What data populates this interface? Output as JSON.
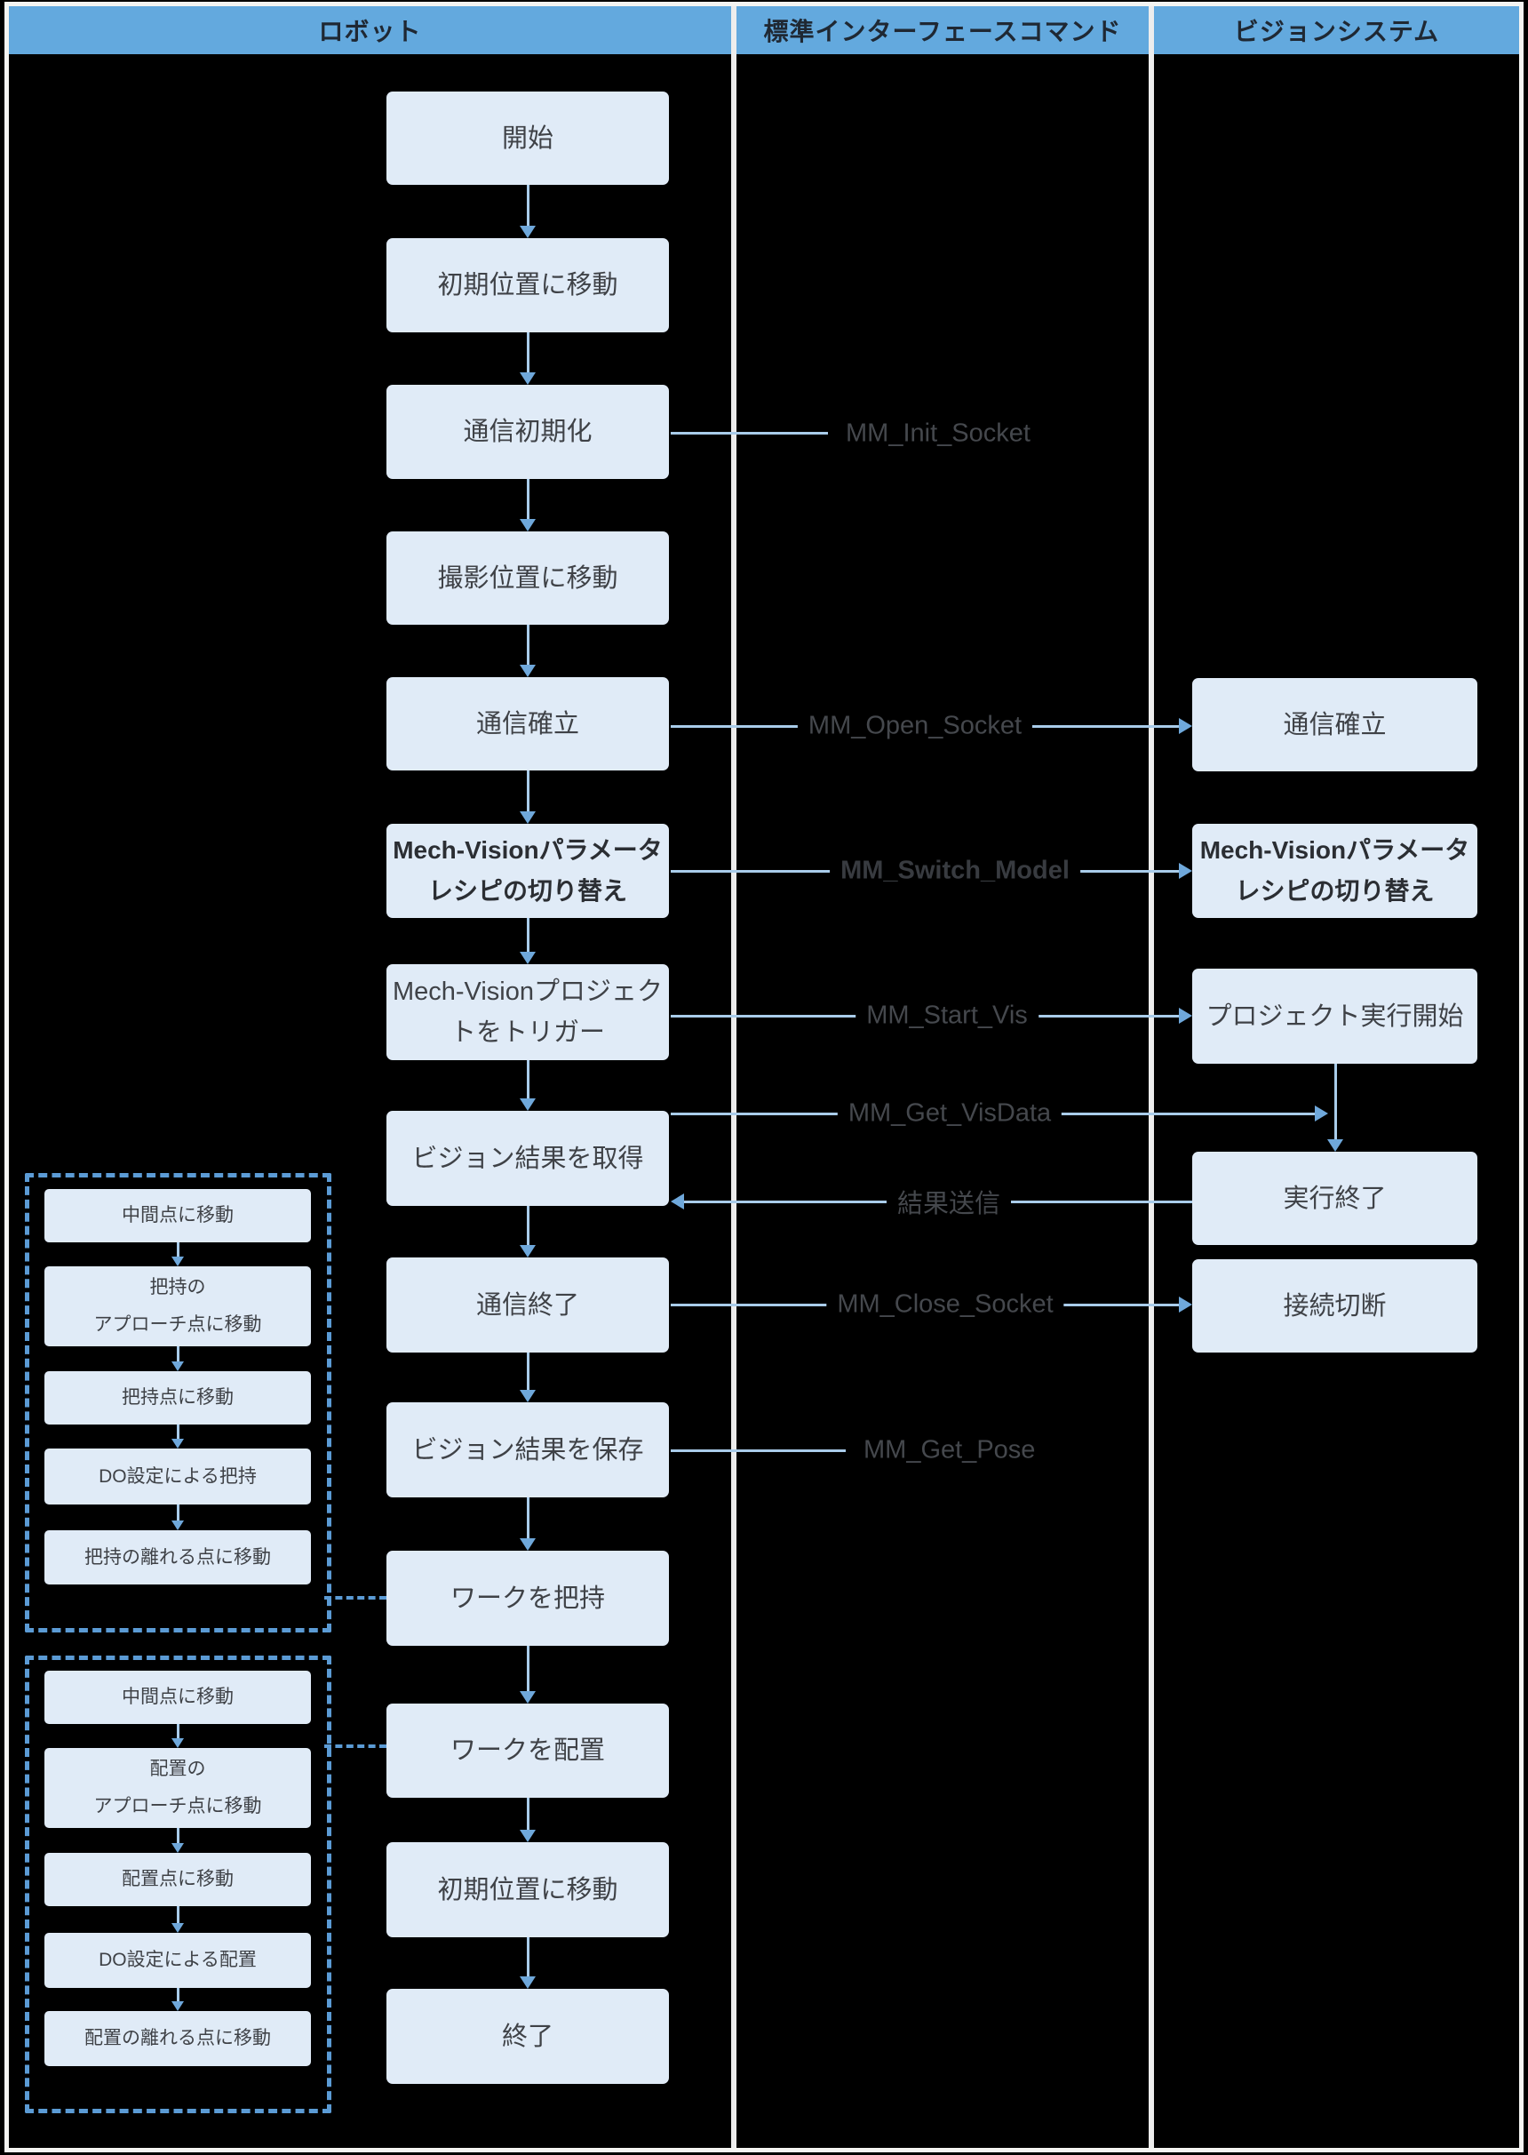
{
  "header": {
    "columns": [
      {
        "label": "ロボット"
      },
      {
        "label": "標準インターフェースコマンド"
      },
      {
        "label": "ビジョンシステム"
      }
    ]
  },
  "robot_flow": [
    {
      "line1": "開始"
    },
    {
      "line1": "初期位置に移動"
    },
    {
      "line1": "通信初期化"
    },
    {
      "line1": "撮影位置に移動"
    },
    {
      "line1": "通信確立"
    },
    {
      "line1": "Mech-Visionパラメータ",
      "line2": "レシピの切り替え",
      "bold": true
    },
    {
      "line1": "Mech-Visionプロジェク",
      "line2": "トをトリガー"
    },
    {
      "line1": "ビジョン結果を取得"
    },
    {
      "line1": "通信終了"
    },
    {
      "line1": "ビジョン結果を保存"
    },
    {
      "line1": "ワークを把持"
    },
    {
      "line1": "ワークを配置"
    },
    {
      "line1": "初期位置に移動"
    },
    {
      "line1": "終了"
    }
  ],
  "vision_flow": [
    {
      "line1": "通信確立"
    },
    {
      "line1": "Mech-Visionパラメータ",
      "line2": "レシピの切り替え",
      "bold": true
    },
    {
      "line1": "プロジェクト実行開始"
    },
    {
      "line1": "実行終了"
    },
    {
      "line1": "接続切断"
    }
  ],
  "pick_group": {
    "steps": [
      {
        "line1": "中間点に移動"
      },
      {
        "line1": "把持の",
        "line2": "アプローチ点に移動"
      },
      {
        "line1": "把持点に移動"
      },
      {
        "line1": "DO設定による把持"
      },
      {
        "line1": "把持の離れる点に移動"
      }
    ]
  },
  "place_group": {
    "steps": [
      {
        "line1": "中間点に移動"
      },
      {
        "line1": "配置の",
        "line2": "アプローチ点に移動"
      },
      {
        "line1": "配置点に移動"
      },
      {
        "line1": "DO設定による配置"
      },
      {
        "line1": "配置の離れる点に移動"
      }
    ]
  },
  "commands": [
    {
      "label": "MM_Init_Socket"
    },
    {
      "label": "MM_Open_Socket"
    },
    {
      "label": "MM_Switch_Model",
      "bold": true
    },
    {
      "label": "MM_Start_Vis"
    },
    {
      "label": "MM_Get_VisData"
    },
    {
      "label": "結果送信"
    },
    {
      "label": "MM_Close_Socket"
    },
    {
      "label": "MM_Get_Pose"
    }
  ],
  "colors": {
    "background": "#000000",
    "header_fill": "#63A9DE",
    "box_fill": "#E0EBF7",
    "arrow_line": "#A9CCEA",
    "arrow_head": "#6FA8DB",
    "dashed_border": "#5B9BD5",
    "lane_divider": "#EDEDED",
    "box_text": "#3F4247"
  }
}
